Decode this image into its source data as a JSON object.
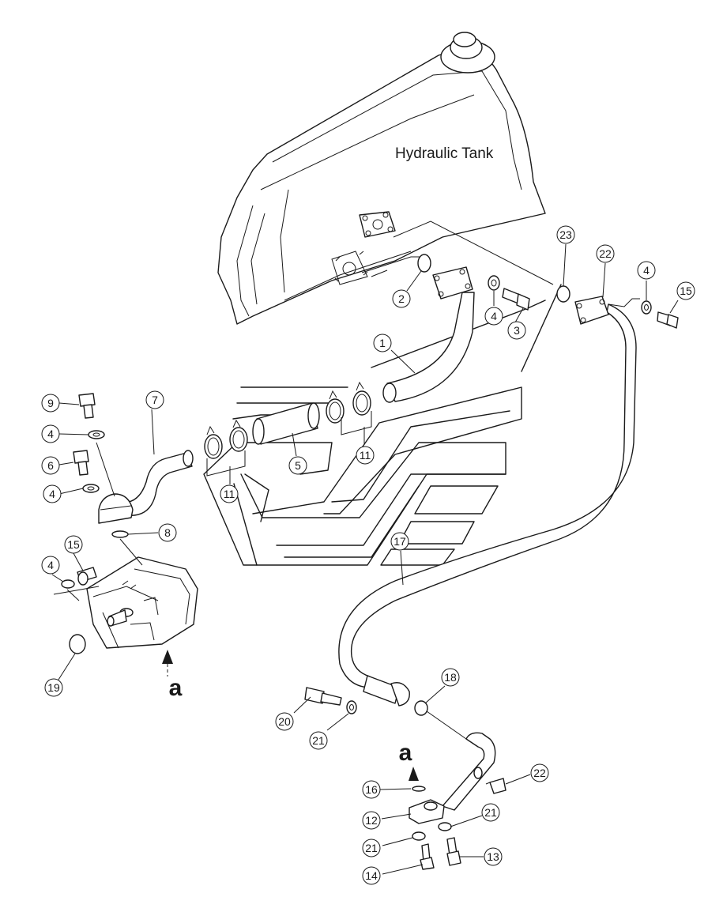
{
  "tank_label": "Hydraulic Tank",
  "view_label": "a",
  "callouts": [
    {
      "id": "c1",
      "label": "1"
    },
    {
      "id": "c2",
      "label": "2"
    },
    {
      "id": "c3",
      "label": "3"
    },
    {
      "id": "c4a",
      "label": "4"
    },
    {
      "id": "c4b",
      "label": "4"
    },
    {
      "id": "c4c",
      "label": "4"
    },
    {
      "id": "c4d",
      "label": "4"
    },
    {
      "id": "c4e",
      "label": "4"
    },
    {
      "id": "c5",
      "label": "5"
    },
    {
      "id": "c6",
      "label": "6"
    },
    {
      "id": "c7",
      "label": "7"
    },
    {
      "id": "c8",
      "label": "8"
    },
    {
      "id": "c9",
      "label": "9"
    },
    {
      "id": "c11a",
      "label": "11"
    },
    {
      "id": "c11b",
      "label": "11"
    },
    {
      "id": "c12",
      "label": "12"
    },
    {
      "id": "c13",
      "label": "13"
    },
    {
      "id": "c14",
      "label": "14"
    },
    {
      "id": "c15a",
      "label": "15"
    },
    {
      "id": "c15b",
      "label": "15"
    },
    {
      "id": "c16",
      "label": "16"
    },
    {
      "id": "c17",
      "label": "17"
    },
    {
      "id": "c18",
      "label": "18"
    },
    {
      "id": "c19",
      "label": "19"
    },
    {
      "id": "c20",
      "label": "20"
    },
    {
      "id": "c21a",
      "label": "21"
    },
    {
      "id": "c21b",
      "label": "21"
    },
    {
      "id": "c21c",
      "label": "21"
    },
    {
      "id": "c22a",
      "label": "22"
    },
    {
      "id": "c22b",
      "label": "22"
    },
    {
      "id": "c23",
      "label": "23"
    }
  ]
}
